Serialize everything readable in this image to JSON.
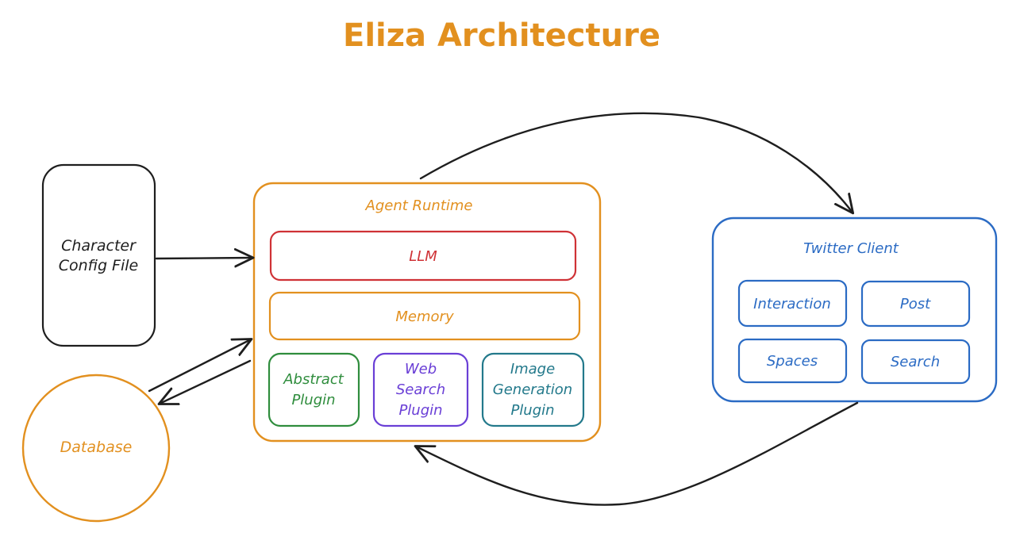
{
  "title": "Eliza Architecture",
  "colors": {
    "orange": "#e2901f",
    "red": "#cf3236",
    "green": "#2f8d3d",
    "purple": "#6a3fd6",
    "teal": "#23798b",
    "blue": "#2b6bc4",
    "black": "#1e1e1e"
  },
  "character_config": {
    "line1": "Character",
    "line2": "Config File"
  },
  "database": {
    "label": "Database"
  },
  "agent_runtime": {
    "title": "Agent Runtime",
    "llm": "LLM",
    "memory": "Memory",
    "plugins": {
      "abstract": {
        "line1": "Abstract",
        "line2": "Plugin"
      },
      "web_search": {
        "line1": "Web",
        "line2": "Search",
        "line3": "Plugin"
      },
      "image_generation": {
        "line1": "Image",
        "line2": "Generation",
        "line3": "Plugin"
      }
    }
  },
  "twitter_client": {
    "title": "Twitter Client",
    "interaction": "Interaction",
    "post": "Post",
    "spaces": "Spaces",
    "search": "Search"
  }
}
